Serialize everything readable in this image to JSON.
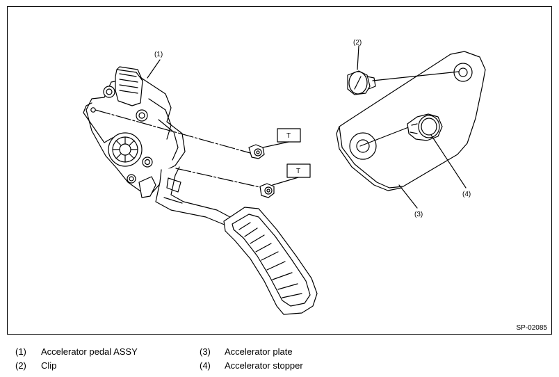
{
  "callouts": {
    "c1": "(1)",
    "c2": "(2)",
    "c3": "(3)",
    "c4": "(4)",
    "torque1": "T",
    "torque2": "T"
  },
  "figure_code": "SP-02085",
  "legend": [
    {
      "num": "(1)",
      "label": "Accelerator pedal ASSY"
    },
    {
      "num": "(2)",
      "label": "Clip"
    },
    {
      "num": "(3)",
      "label": "Accelerator plate"
    },
    {
      "num": "(4)",
      "label": "Accelerator stopper"
    }
  ]
}
